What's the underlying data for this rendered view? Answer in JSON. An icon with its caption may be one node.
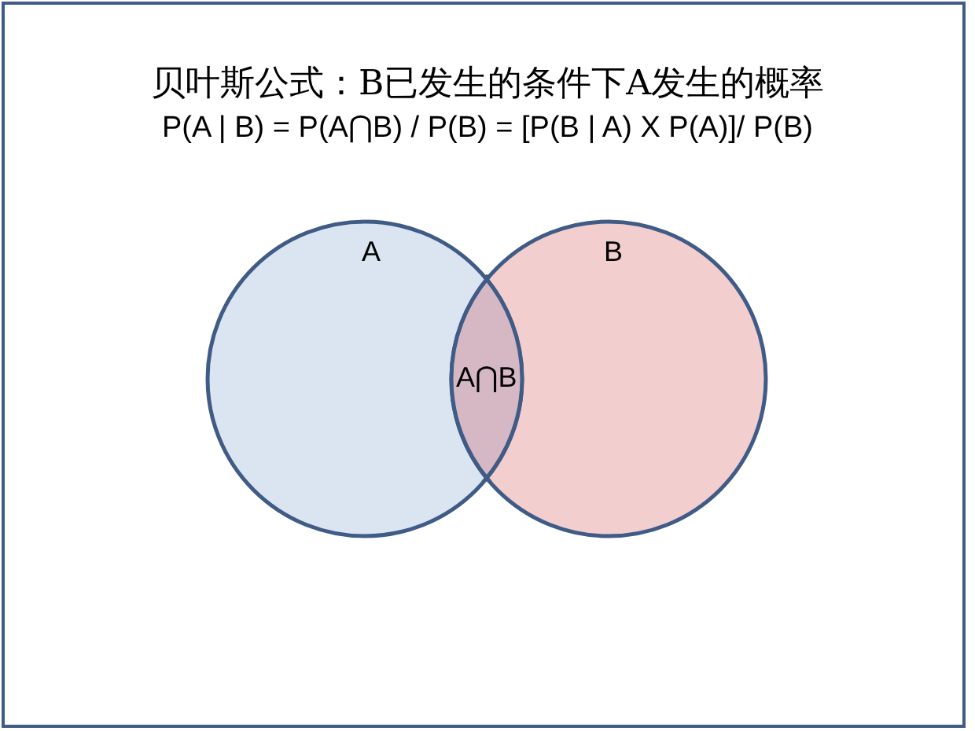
{
  "diagram": {
    "title": "贝叶斯公式：B已发生的条件下A发生的概率",
    "nodes": [
      {
        "text": [
          "A"
        ]
      },
      {
        "text": [
          "B"
        ]
      },
      {
        "text": [
          "A⋂B"
        ]
      }
    ],
    "labels": [
      "P(A | B) = P(A⋂B) / P(B) = [P(B | A) X P(A)]/ P(B)"
    ]
  }
}
